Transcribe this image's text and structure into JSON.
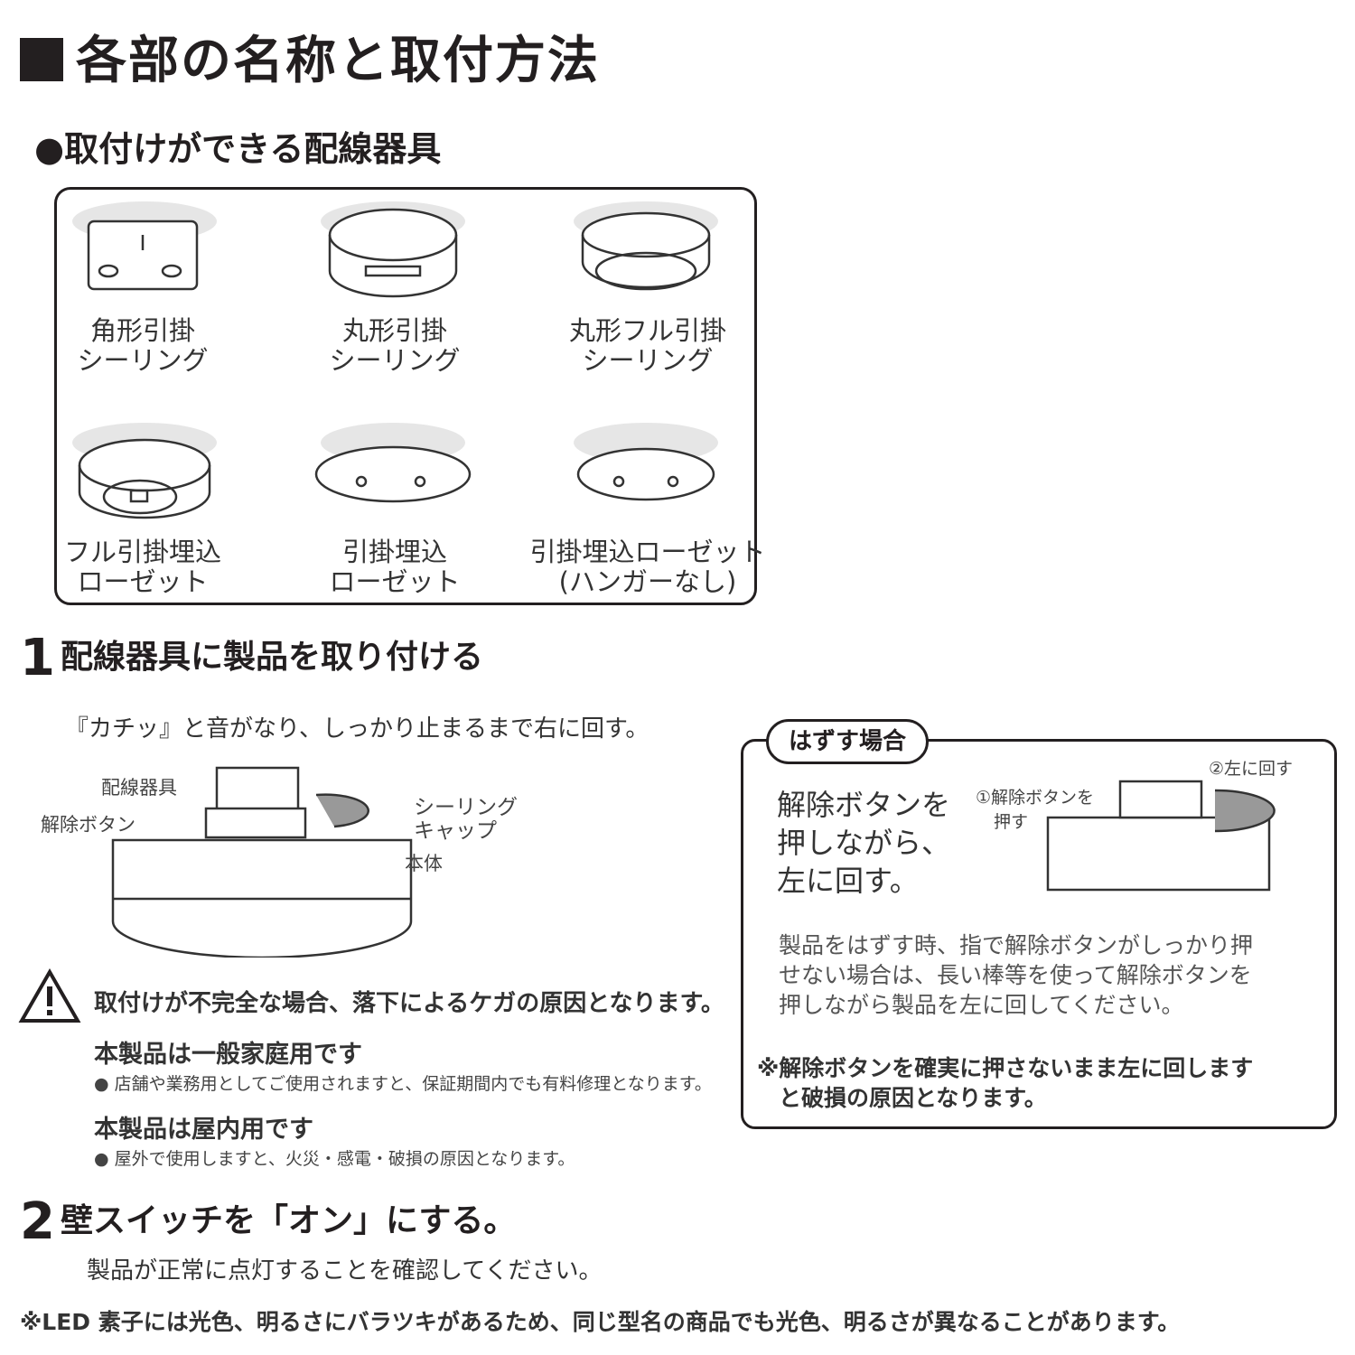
{
  "title": "各部の名称と取付方法",
  "compatible": {
    "heading": "●取付けができる配線器具",
    "items": [
      {
        "line1": "角形引掛",
        "line2": "シーリング"
      },
      {
        "line1": "丸形引掛",
        "line2": "シーリング"
      },
      {
        "line1": "丸形フル引掛",
        "line2": "シーリング"
      },
      {
        "line1": "フル引掛埋込",
        "line2": "ローゼット"
      },
      {
        "line1": "引掛埋込",
        "line2": "ローゼット"
      },
      {
        "line1": "引掛埋込ローゼット",
        "line2": "(ハンガーなし)"
      }
    ]
  },
  "step1": {
    "number": "1",
    "heading": "配線器具に製品を取り付ける",
    "instruction": "『カチッ』と音がなり、しっかり止まるまで右に回す。",
    "labels": {
      "fixture": "配線器具",
      "release": "解除ボタン",
      "cap1": "シーリング",
      "cap2": "キャップ",
      "body": "本体"
    },
    "warning": "取付けが不完全な場合、落下によるケガの原因となります。",
    "notes": [
      {
        "title": "本製品は一般家庭用です",
        "text": "● 店舗や業務用としてご使用されますと、保証期間内でも有料修理となります。"
      },
      {
        "title": "本製品は屋内用です",
        "text": "● 屋外で使用しますと、火災・感電・破損の原因となります。"
      }
    ]
  },
  "removal": {
    "tag": "はずす場合",
    "main": [
      "解除ボタンを",
      "押しながら、",
      "左に回す。"
    ],
    "label_press1": "①解除ボタンを",
    "label_press2": "押す",
    "label_turn": "②左に回す",
    "detail": [
      "製品をはずす時、指で解除ボタンがしっかり押",
      "せない場合は、長い棒等を使って解除ボタンを",
      "押しながら製品を左に回してください。"
    ],
    "caution": [
      "※解除ボタンを確実に押さないまま左に回します",
      "と破損の原因となります。"
    ]
  },
  "step2": {
    "number": "2",
    "heading": "壁スイッチを「オン」にする。",
    "instruction": "製品が正常に点灯することを確認してください。"
  },
  "footnote": "※LED 素子には光色、明るさにバラツキがあるため、同じ型名の商品でも光色、明るさが異なることがあります。"
}
